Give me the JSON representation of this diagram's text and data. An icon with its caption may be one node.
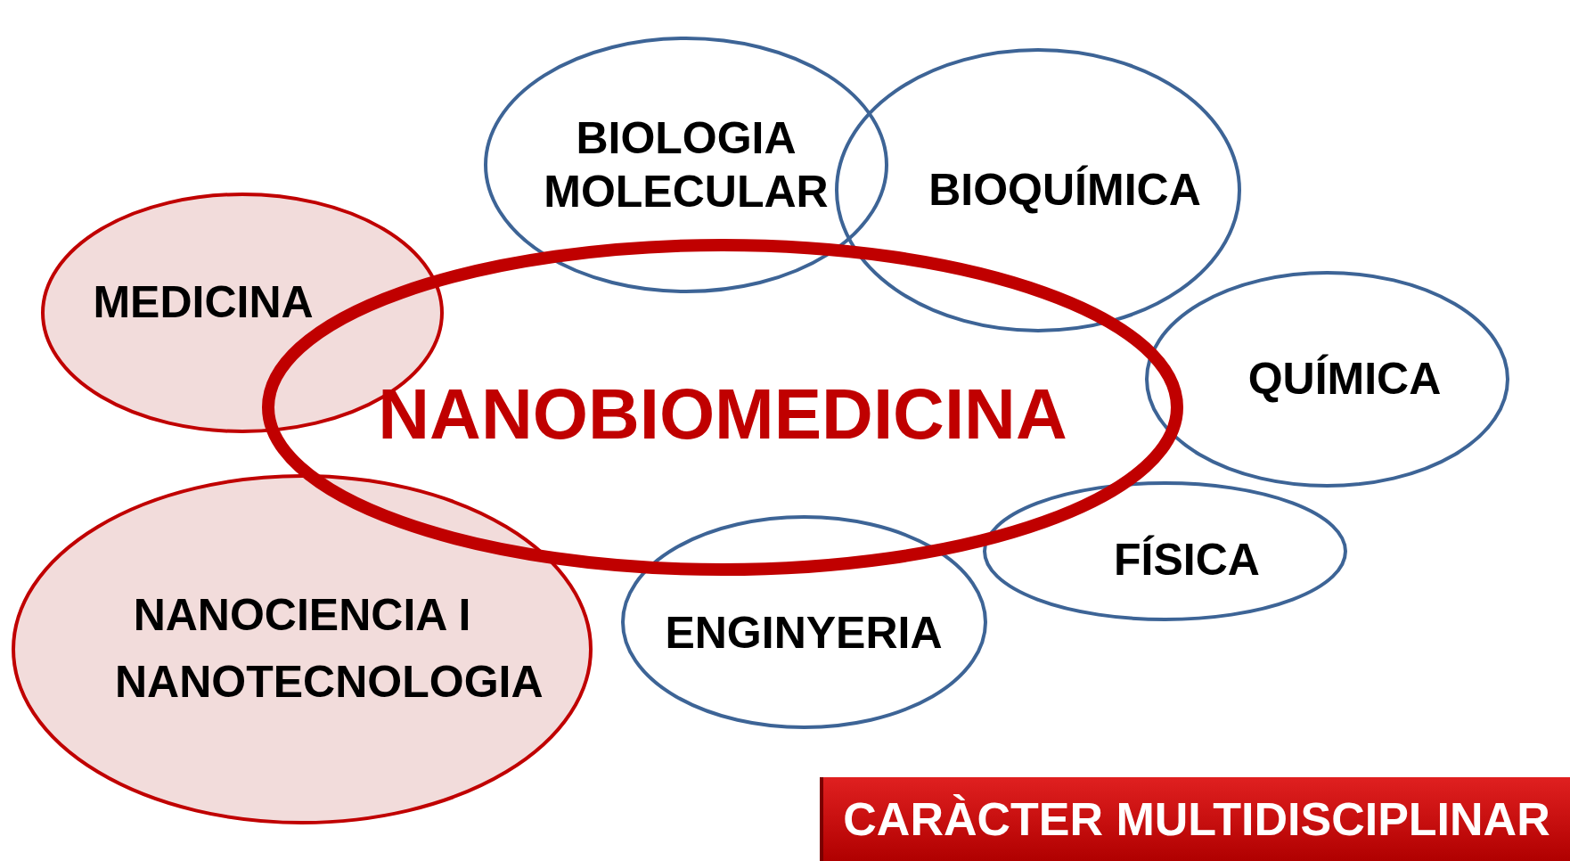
{
  "diagram": {
    "nodes": [
      {
        "text": [
          "BIOLOGIA MOLECULAR"
        ]
      },
      {
        "text": [
          "BIOQUÍMICA"
        ]
      },
      {
        "text": [
          "MEDICINA"
        ]
      },
      {
        "text": [
          "NANOBIOMEDICINA"
        ]
      },
      {
        "text": [
          "QUÍMICA"
        ]
      },
      {
        "text": [
          "FÍSICA"
        ]
      },
      {
        "text": [
          "NANOCIENCIA I NANOTECNOLOGIA"
        ]
      },
      {
        "text": [
          "ENGINYERIA"
        ]
      },
      {
        "text": [
          "CARÀCTER MULTIDISCIPLINAR"
        ]
      }
    ],
    "edges": []
  }
}
